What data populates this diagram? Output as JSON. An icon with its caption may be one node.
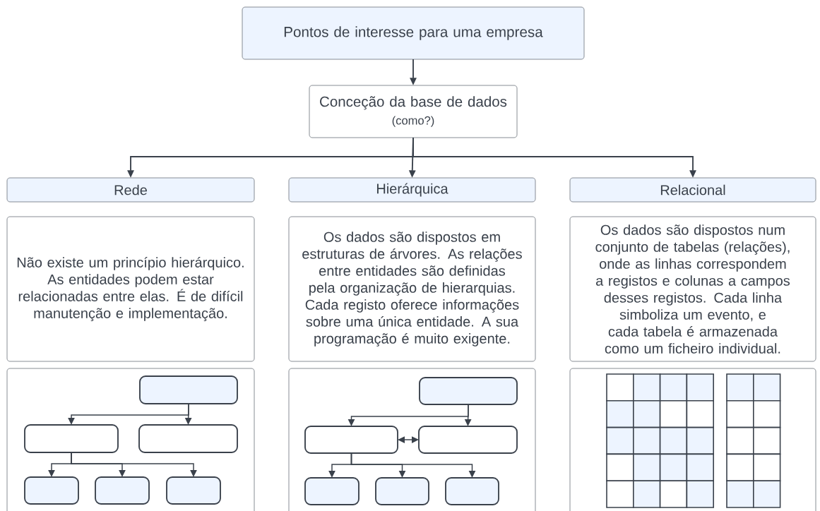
{
  "diagram": {
    "nodes": [
      {
        "text": [
          "Pontos de interesse para uma empresa"
        ]
      },
      {
        "text": [
          "Conceção da base de dados",
          "(como?)"
        ]
      },
      {
        "text": [
          "Rede"
        ]
      },
      {
        "text": [
          "Hierárquica"
        ]
      },
      {
        "text": [
          "Relacional"
        ]
      },
      {
        "text": [
          "Não existe um princípio hierárquico. As entidades podem estar relacionadas entre elas. É de difícil manutenção e implementação."
        ]
      },
      {
        "text": [
          "Os dados são dispostos em estruturas de árvores. As relações entre entidades são definidas pela organização de hierarquias. Cada registo oferece informações sobre uma única entidade. A sua programação é muito exigente."
        ]
      },
      {
        "text": [
          "Os dados são dispostos num conjunto de tabelas (relações), onde as linhas correspondem a registos e colunas a campos desses registos. Cada linha simboliza um evento, e cada tabela é armazenada como um ficheiro individual."
        ]
      },
      {
        "text": [],
        "shape": "box"
      },
      {
        "text": [],
        "shape": "box",
        "in": 8
      },
      {
        "text": [],
        "shape": "box",
        "in": 8
      },
      {
        "text": [],
        "shape": "box",
        "in": 8
      },
      {
        "text": [],
        "shape": "box",
        "in": 8
      },
      {
        "text": [],
        "shape": "box",
        "in": 8
      },
      {
        "text": [],
        "shape": "box",
        "in": 8
      },
      {
        "text": [],
        "shape": "box"
      },
      {
        "text": [],
        "shape": "box",
        "in": 15
      },
      {
        "text": [],
        "shape": "box",
        "in": 15
      },
      {
        "text": [],
        "shape": "box",
        "in": 15
      },
      {
        "text": [],
        "shape": "box",
        "in": 15
      },
      {
        "text": [],
        "shape": "box",
        "in": 15
      },
      {
        "text": [],
        "shape": "box",
        "in": 15
      },
      {
        "text": [],
        "shape": "box"
      }
    ],
    "edges": [
      {
        "from": 0,
        "to": 1,
        "arrow": "to"
      },
      {
        "from": 1,
        "to": 2,
        "arrow": "to"
      },
      {
        "from": 1,
        "to": 3,
        "arrow": "to"
      },
      {
        "from": 1,
        "to": 4,
        "arrow": "to"
      },
      {
        "from": 9,
        "to": 10,
        "arrow": "to"
      },
      {
        "from": 9,
        "to": 11,
        "arrow": "to"
      },
      {
        "from": 10,
        "to": 12,
        "arrow": "to"
      },
      {
        "from": 10,
        "to": 13,
        "arrow": "to"
      },
      {
        "from": 10,
        "to": 14,
        "arrow": "to"
      },
      {
        "from": 16,
        "to": 17,
        "arrow": "to"
      },
      {
        "from": 16,
        "to": 18,
        "arrow": "to"
      },
      {
        "from": 17,
        "to": 18,
        "arrow": "both"
      },
      {
        "from": 17,
        "to": 19,
        "arrow": "to"
      },
      {
        "from": 17,
        "to": 20,
        "arrow": "to"
      },
      {
        "from": 17,
        "to": 21,
        "arrow": "to"
      }
    ]
  }
}
